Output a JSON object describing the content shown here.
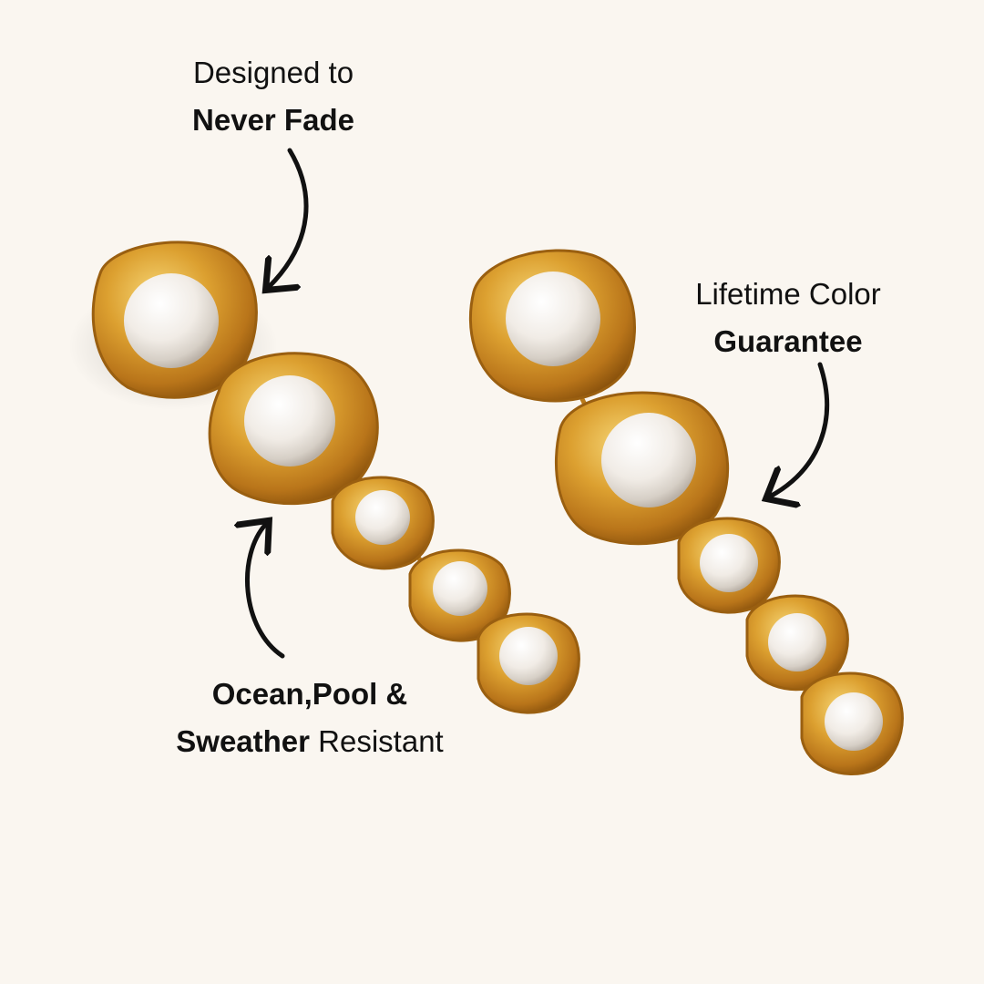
{
  "callouts": {
    "never_fade": {
      "line1": "Designed to",
      "line2": "Never Fade"
    },
    "guarantee": {
      "line1": "Lifetime Color",
      "line2": "Guarantee"
    },
    "resistant": {
      "line1": "Ocean,Pool &",
      "line2_bold": "Sweather",
      "line2_rest": " Resistant"
    }
  },
  "colors": {
    "background": "#faf6f0",
    "gold": "#d89a22",
    "gold_dark": "#a8660e",
    "gold_light": "#f4cf6a",
    "pearl": "#f7f3ee",
    "text": "#111111"
  },
  "icons": [
    "curved-arrow-icon",
    "curved-arrow-icon",
    "curved-arrow-icon"
  ]
}
